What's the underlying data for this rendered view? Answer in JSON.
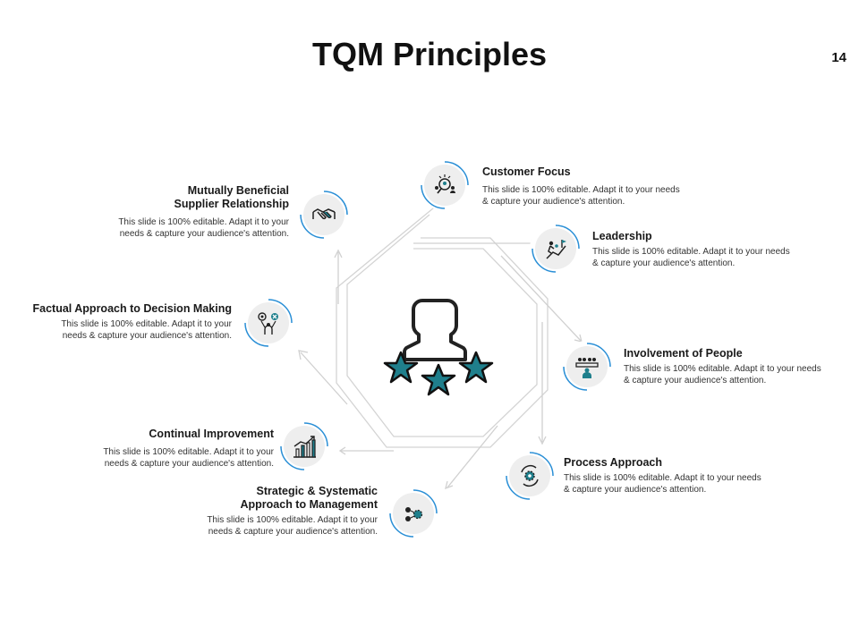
{
  "title": "TQM Principles",
  "page_number": "14",
  "accent_color": "#2a8fd6",
  "icon_color": "#1e7f8c",
  "principles": [
    {
      "name": "Customer Focus",
      "lines": [
        "Customer Focus"
      ],
      "desc1": "This slide is 100% editable.  Adapt it to your needs",
      "desc2": "& capture your audience's attention.",
      "icon": "customer-focus-icon"
    },
    {
      "name": "Leadership",
      "lines": [
        "Leadership"
      ],
      "desc1": "This slide is 100% editable.  Adapt it to your needs",
      "desc2": "& capture your audience's attention.",
      "icon": "leadership-icon"
    },
    {
      "name": "Involvement of People",
      "lines": [
        "Involvement of People"
      ],
      "desc1": "This slide is 100% editable.  Adapt it to your needs",
      "desc2": "& capture your audience's attention.",
      "icon": "people-meeting-icon"
    },
    {
      "name": "Process Approach",
      "lines": [
        "Process Approach"
      ],
      "desc1": "This slide is 100% editable.  Adapt it to your needs",
      "desc2": "& capture your audience's attention.",
      "icon": "process-gear-icon"
    },
    {
      "name": "Strategic & Systematic Approach to Management",
      "lines": [
        "Strategic & Systematic",
        "Approach to Management"
      ],
      "desc1": "This slide is 100% editable.  Adapt it to your",
      "desc2": "needs & capture your audience's attention.",
      "icon": "strategy-gears-icon"
    },
    {
      "name": "Continual Improvement",
      "lines": [
        "Continual Improvement"
      ],
      "desc1": "This slide is 100% editable.  Adapt it to your",
      "desc2": "needs & capture your audience's attention.",
      "icon": "growth-chart-icon"
    },
    {
      "name": "Factual Approach to Decision Making",
      "lines": [
        "Factual Approach to Decision Making"
      ],
      "desc1": "This slide is 100% editable.  Adapt it to your",
      "desc2": "needs & capture your audience's attention.",
      "icon": "decision-icon"
    },
    {
      "name": "Mutually Beneficial Supplier Relationship",
      "lines": [
        "Mutually Beneficial",
        "Supplier Relationship"
      ],
      "desc1": "This slide is 100% editable.  Adapt it to your",
      "desc2": "needs & capture your audience's attention.",
      "icon": "handshake-icon"
    }
  ],
  "center_icon": "person-with-stars-icon"
}
